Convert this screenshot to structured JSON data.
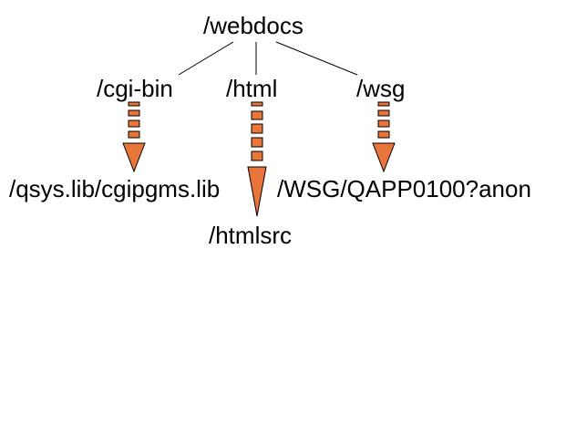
{
  "diagram": {
    "root": {
      "label": "/webdocs"
    },
    "children": [
      {
        "label": "/cgi-bin",
        "maps_to": "/qsys.lib/cgipgms.lib"
      },
      {
        "label": "/html",
        "maps_to": "/htmlsrc"
      },
      {
        "label": "/wsg",
        "maps_to": "/WSG/QAPP0100?anon"
      }
    ]
  },
  "style": {
    "line_color": "#000000",
    "arrow_fill": "#e8753a",
    "arrow_stroke": "#000000",
    "text_color": "#000000"
  }
}
